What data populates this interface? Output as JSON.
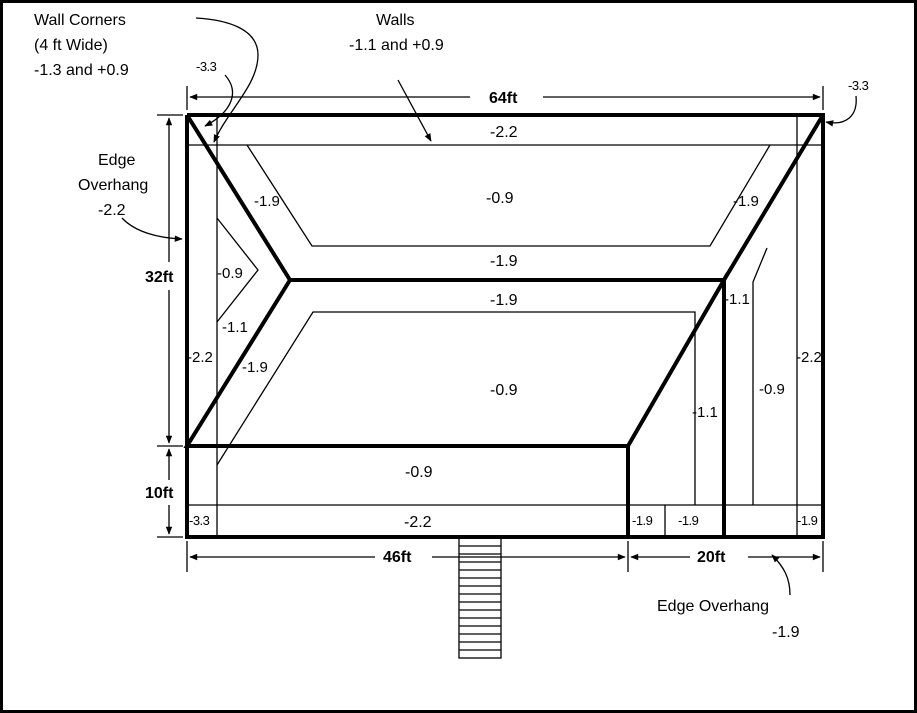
{
  "callouts": {
    "wall_corners": [
      "Wall Corners",
      "(4 ft Wide)",
      "-1.3 and +0.9"
    ],
    "walls": [
      "Walls",
      "-1.1 and +0.9"
    ],
    "edge_overhang_left": [
      "Edge",
      "Overhang",
      "-2.2"
    ],
    "edge_overhang_bottom": [
      "Edge Overhang",
      "-1.9"
    ],
    "corner_left": "-3.3",
    "corner_right": "-3.3"
  },
  "dimensions": {
    "top": "64ft",
    "left_upper": "32ft",
    "left_lower": "10ft",
    "bottom_left": "46ft",
    "bottom_right": "20ft"
  },
  "zones": {
    "top_edge": "-2.2",
    "upper_field": "-0.9",
    "upper_left_hip": "-1.9",
    "upper_right_hip": "-1.9",
    "ridge_upper": "-1.9",
    "ridge_lower": "-1.9",
    "lower_field": "-0.9",
    "left_gable": "-0.9",
    "left_ridge_zone": "-1.1",
    "left_hip_lower": "-1.9",
    "left_edge": "-2.2",
    "right_ridge_zone": "-1.1",
    "right_ridge_zone_lower": "-1.1",
    "right_field": "-0.9",
    "right_edge": "-2.2",
    "bottom_field": "-0.9",
    "bottom_edge": "-2.2",
    "bottom_left_corner": "-3.3",
    "bottom_mid_1": "-1.9",
    "bottom_mid_2": "-1.9",
    "bottom_right_corner": "-1.9"
  }
}
